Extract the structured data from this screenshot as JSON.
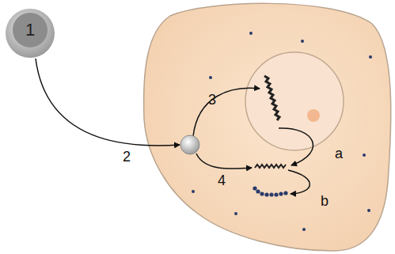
{
  "diagram": {
    "nodes": [
      {
        "text": [
          "1"
        ]
      }
    ],
    "labels": [
      "2",
      "3",
      "4",
      "a",
      "b"
    ]
  }
}
